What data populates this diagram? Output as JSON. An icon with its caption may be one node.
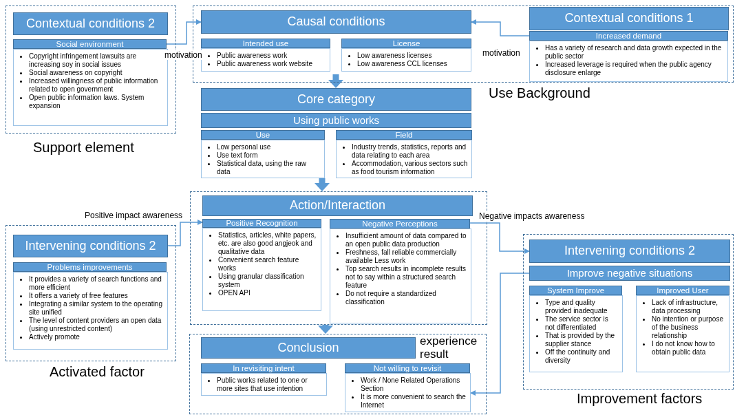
{
  "diagram": {
    "nodes": [
      {
        "text": [
          "Support element"
        ]
      },
      {
        "text": [
          "Contextual conditions 2"
        ],
        "in": 0
      },
      {
        "text": [
          "Social environment"
        ],
        "in": 0
      },
      {
        "text": [
          "Copyright infringement lawsuits are increasing soy in social issues",
          "Social awareness on copyright",
          "Increased willingness of public information related to open government",
          "Open public information laws. System expansion"
        ],
        "in": 0
      },
      {
        "text": [
          "Use Background"
        ]
      },
      {
        "text": [
          "Causal conditions"
        ],
        "in": 4
      },
      {
        "text": [
          "Intended use"
        ],
        "in": 4
      },
      {
        "text": [
          "Public awareness work",
          "Public awareness work website"
        ],
        "in": 4
      },
      {
        "text": [
          "License"
        ],
        "in": 4
      },
      {
        "text": [
          "Low awareness licenses",
          "Low awareness CCL licenses"
        ],
        "in": 4
      },
      {
        "text": [
          "Contextual conditions 1"
        ],
        "in": 4
      },
      {
        "text": [
          "Increased demand"
        ],
        "in": 4
      },
      {
        "text": [
          "Has a variety of research and data growth expected in the public sector",
          "Increased leverage is required when the public agency disclosure enlarge"
        ],
        "in": 4
      },
      {
        "text": [
          "Core category"
        ]
      },
      {
        "text": [
          "Using public works"
        ]
      },
      {
        "text": [
          "Use"
        ]
      },
      {
        "text": [
          "Low personal use",
          "Use text form",
          "Statistical data, using the raw data"
        ]
      },
      {
        "text": [
          "Field"
        ]
      },
      {
        "text": [
          "Industry trends, statistics, reports and data relating to each area",
          "Accommodation, various sectors such as food tourism information"
        ]
      },
      {
        "text": [
          "Activated factor"
        ]
      },
      {
        "text": [
          "Intervening conditions 2"
        ],
        "in": 19
      },
      {
        "text": [
          "Problems improvements"
        ],
        "in": 19
      },
      {
        "text": [
          "It provides a variety of search functions and more efficient",
          "It offers a variety of free features",
          "Integrating a similar system to the operating site unified",
          "The level of content providers an open data (using unrestricted content)",
          "Actively promote"
        ],
        "in": 19
      },
      {
        "text": [],
        "shape": "box"
      },
      {
        "text": [
          "Action/Interaction"
        ],
        "in": 23
      },
      {
        "text": [
          "Positive Recognition"
        ],
        "in": 23
      },
      {
        "text": [
          "Statistics, articles, white papers, etc. are also good angjeok and qualitative data",
          "Convenient search feature works",
          "Using granular classification system",
          "OPEN API"
        ],
        "in": 23
      },
      {
        "text": [
          "Negative Perceptions"
        ],
        "in": 23
      },
      {
        "text": [
          "Insufficient amount of data compared to an open public data production",
          "Freshness, fall reliable commercially available Less work",
          "Top search results in incomplete results not to say within a structured search feature",
          "Do not require a standardized classification"
        ],
        "in": 23
      },
      {
        "text": [
          "experience result"
        ]
      },
      {
        "text": [
          "Conclusion"
        ],
        "in": 29
      },
      {
        "text": [
          "In revisiting intent"
        ],
        "in": 29
      },
      {
        "text": [
          "Public works related to one or more sites that use intention"
        ],
        "in": 29
      },
      {
        "text": [
          "Not willing  to revisit"
        ],
        "in": 29
      },
      {
        "text": [
          "Work / None Related Operations Section",
          "It is more convenient to search the Internet"
        ],
        "in": 29
      },
      {
        "text": [
          "Improvement factors"
        ]
      },
      {
        "text": [
          "Intervening conditions 2"
        ],
        "in": 35
      },
      {
        "text": [
          "Improve negative situations"
        ],
        "in": 35
      },
      {
        "text": [
          "System Improve"
        ],
        "in": 35
      },
      {
        "text": [
          "Type and quality provided inadequate",
          "The service sector is not differentiated",
          "That is provided by the supplier stance",
          "Off the continuity and diversity"
        ],
        "in": 35
      },
      {
        "text": [
          "Improved User"
        ],
        "in": 35
      },
      {
        "text": [
          "Lack of infrastructure, data processing",
          "No intention or purpose of the business relationship",
          "I do not know how to obtain public data"
        ],
        "in": 35
      }
    ],
    "edges": [
      {
        "from": 2,
        "to": 5,
        "label": "motivation",
        "arrow": "to"
      },
      {
        "from": 11,
        "to": 5,
        "label": "motivation",
        "arrow": "to"
      },
      {
        "from": 4,
        "to": 13,
        "arrow": "to",
        "style": "thick"
      },
      {
        "from": 16,
        "to": 23,
        "arrow": "to",
        "style": "thick"
      },
      {
        "from": 23,
        "to": 29,
        "arrow": "to",
        "style": "thick"
      },
      {
        "from": 20,
        "to": 25,
        "label": "Positive impact awareness",
        "arrow": "to"
      },
      {
        "from": 27,
        "to": 36,
        "label": "Negative impacts awareness",
        "arrow": "to"
      },
      {
        "from": 37,
        "to": 34,
        "arrow": "to"
      }
    ]
  }
}
